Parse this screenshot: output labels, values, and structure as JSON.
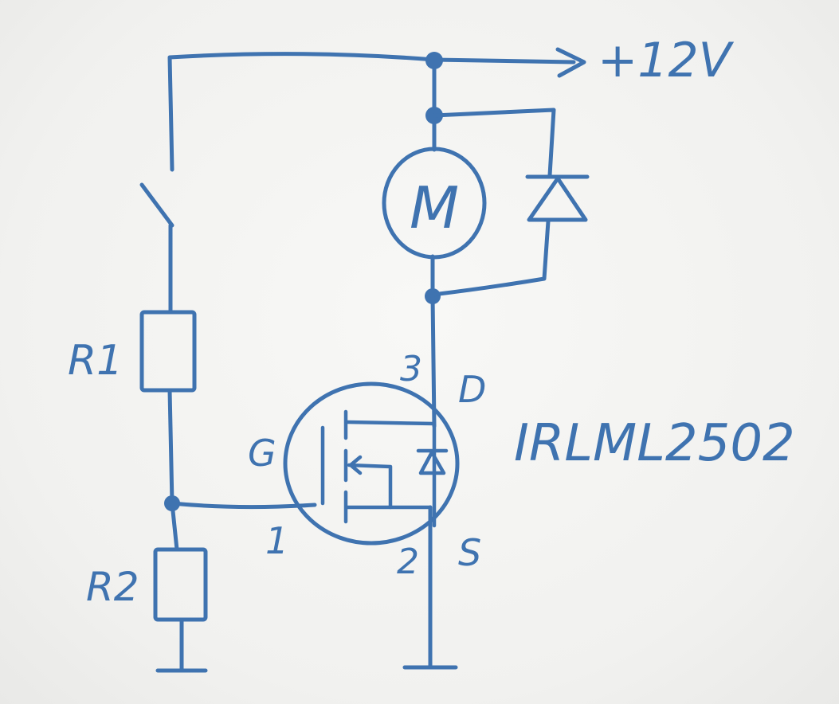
{
  "labels": {
    "supply": "+12V",
    "motor": "M",
    "r1": "R1",
    "r2": "R2",
    "gate": "G",
    "drain": "D",
    "source": "S",
    "pin_gate": "1",
    "pin_source": "2",
    "pin_drain": "3",
    "mosfet_part": "IRLML2502"
  },
  "colors": {
    "ink": "#3f73b0",
    "paper": "#f3f3f1"
  }
}
